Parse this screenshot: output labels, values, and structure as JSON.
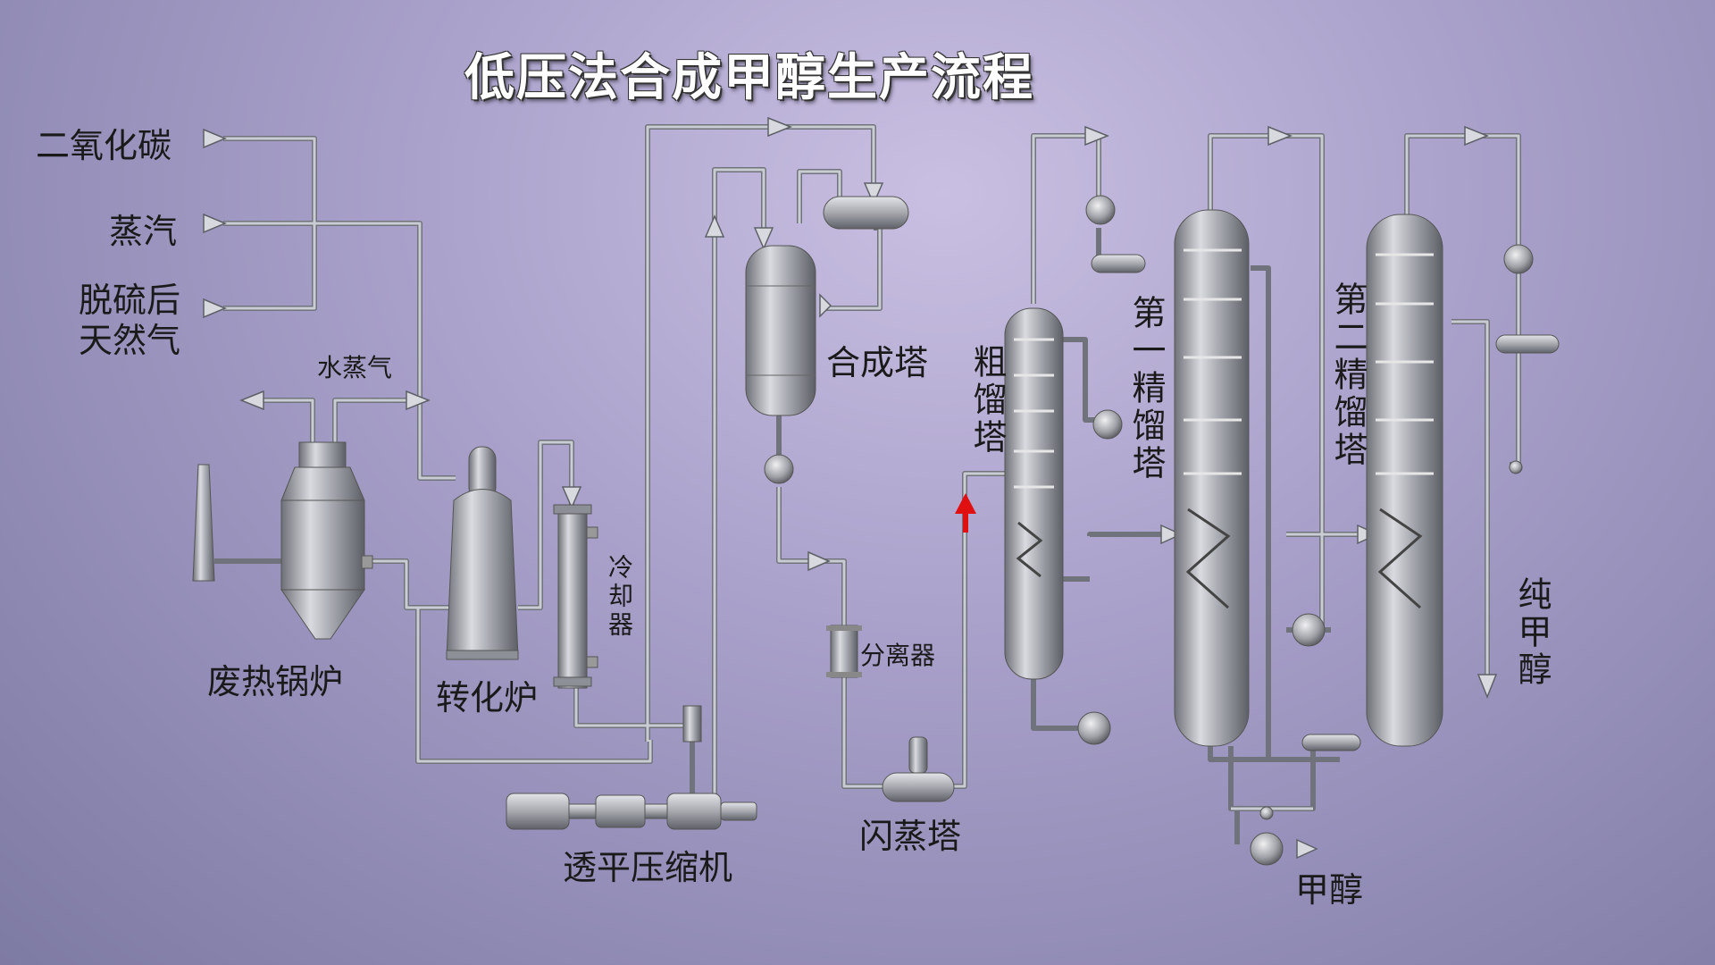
{
  "title": "低压法合成甲醇生产流程",
  "inputs": {
    "co2": "二氧化碳",
    "steam": "蒸汽",
    "gas_line1": "脱硫后",
    "gas_line2": "天然气"
  },
  "labels": {
    "water_steam": "水蒸气",
    "waste_heat_boiler": "废热锅炉",
    "reformer": "转化炉",
    "cooler": "冷却器",
    "compressor": "透平压缩机",
    "synthesis_tower": "合成塔",
    "separator": "分离器",
    "flash_tower": "闪蒸塔",
    "crude_column": "粗馏塔",
    "first_column": "第一精馏塔",
    "second_column": "第二精馏塔",
    "pure_methanol": "纯甲醇",
    "methanol": "甲醇"
  },
  "colors": {
    "pipe": "#b9bcc4",
    "pipe_edge": "#6b6e76",
    "vessel": "#9a9ca3",
    "arrow_red": "#e01010"
  }
}
